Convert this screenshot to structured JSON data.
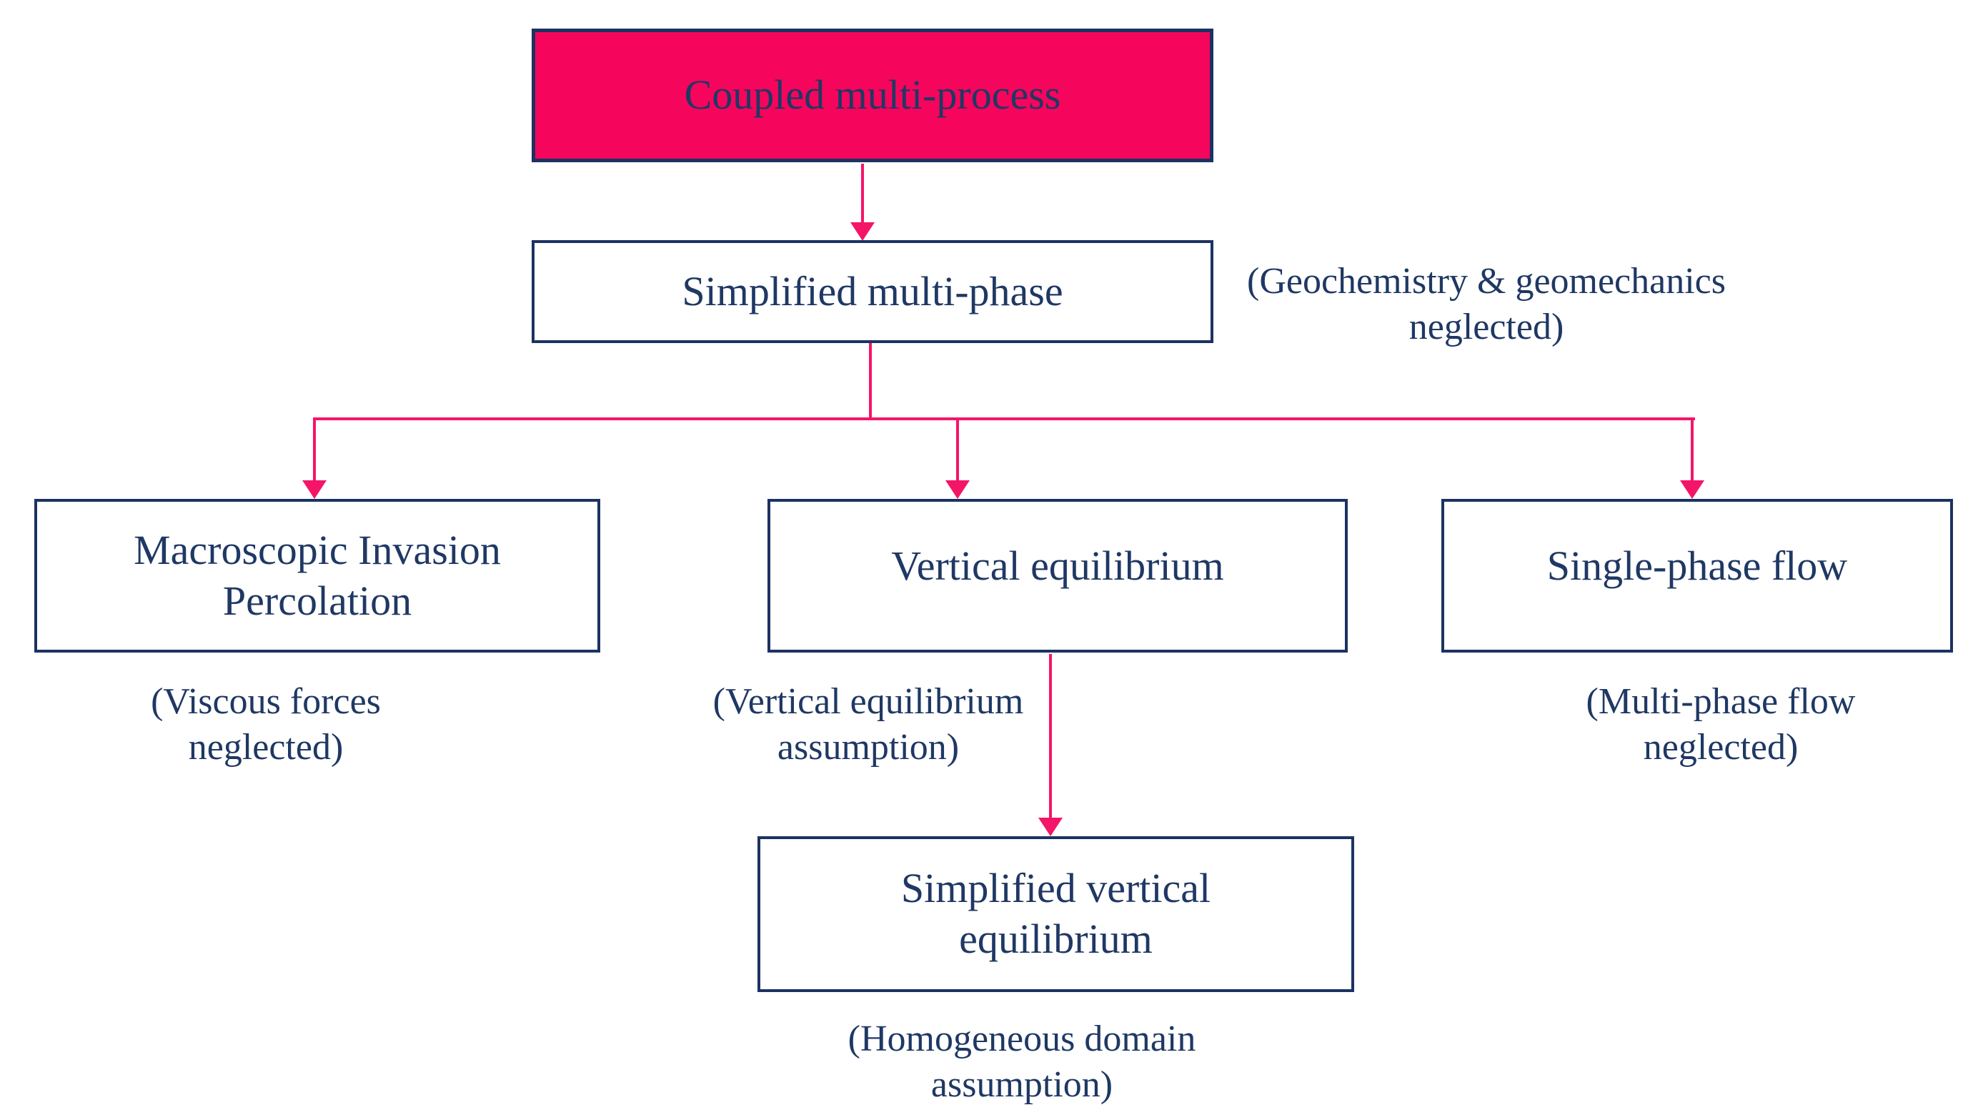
{
  "colors": {
    "highlight_fill": "#F5055C",
    "box_border": "#1B3262",
    "text": "#1F3864",
    "arrow": "#F41568",
    "background": "#FFFFFF"
  },
  "flowchart": {
    "nodes": {
      "coupled": {
        "label": "Coupled multi-process"
      },
      "simplified_multiphase": {
        "label": "Simplified multi-phase"
      },
      "macroscopic_invasion": {
        "line1": "Macroscopic Invasion",
        "line2": "Percolation"
      },
      "vertical_equilibrium": {
        "label": "Vertical equilibrium"
      },
      "single_phase": {
        "label": "Single-phase flow"
      },
      "simplified_ve": {
        "line1": "Simplified vertical",
        "line2": "equilibrium"
      }
    },
    "annotations": {
      "geochemistry": {
        "line1": "(Geochemistry & geomechanics",
        "line2": "neglected)"
      },
      "viscous": {
        "line1": "(Viscous forces",
        "line2": "neglected)"
      },
      "ve_assumption": {
        "line1": "(Vertical equilibrium",
        "line2": "assumption)"
      },
      "multiphase_flow": {
        "line1": "(Multi-phase flow",
        "line2": "neglected)"
      },
      "homogeneous": {
        "line1": "(Homogeneous domain",
        "line2": "assumption)"
      }
    }
  }
}
